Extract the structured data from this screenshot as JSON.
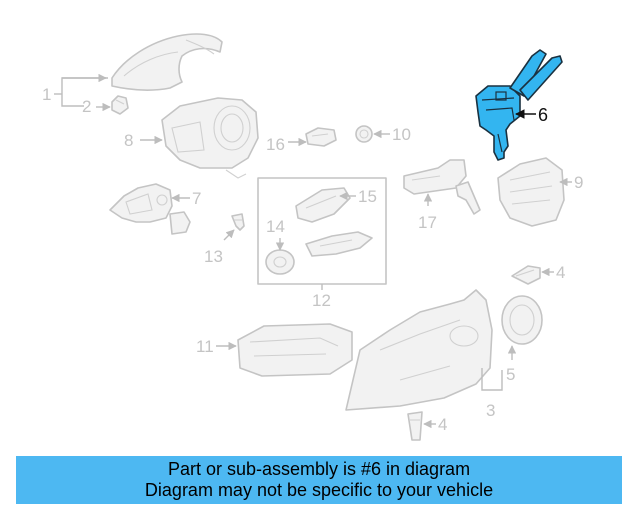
{
  "diagram": {
    "callouts": {
      "c1": "1",
      "c2": "2",
      "c3": "3",
      "c4a": "4",
      "c4b": "4",
      "c5": "5",
      "c6": "6",
      "c7": "7",
      "c8": "8",
      "c9": "9",
      "c10": "10",
      "c11": "11",
      "c12": "12",
      "c13": "13",
      "c14": "14",
      "c15": "15",
      "c16": "16",
      "c17": "17"
    },
    "highlight_color": "#33b5f0"
  },
  "banner": {
    "line1": "Part or sub-assembly is #6 in diagram",
    "line2": "Diagram may not be specific to your vehicle",
    "background": "#4db8f2"
  }
}
